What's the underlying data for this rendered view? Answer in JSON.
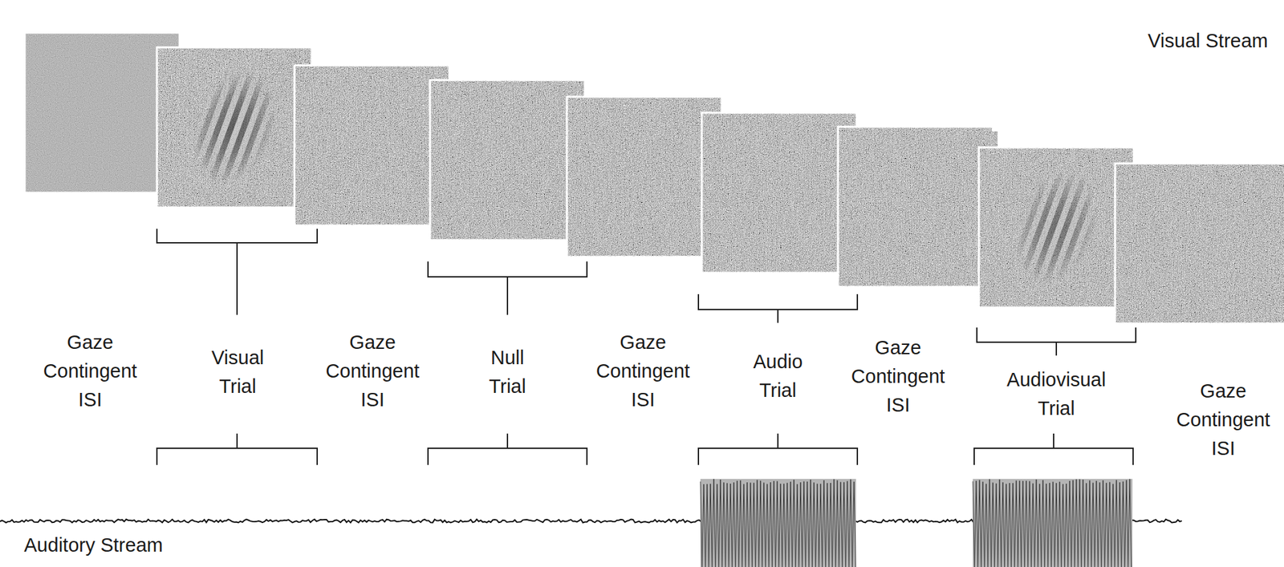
{
  "diagram": {
    "labels": [
      "Visual Stream",
      "Gaze Contingent ISI",
      "Visual Trial",
      "Gaze Contingent ISI",
      "Null Trial",
      "Gaze Contingent ISI",
      "Audio Trial",
      "Gaze Contingent ISI",
      "Audiovisual Trial",
      "Gaze Contingent ISI",
      "Auditory Stream"
    ]
  }
}
